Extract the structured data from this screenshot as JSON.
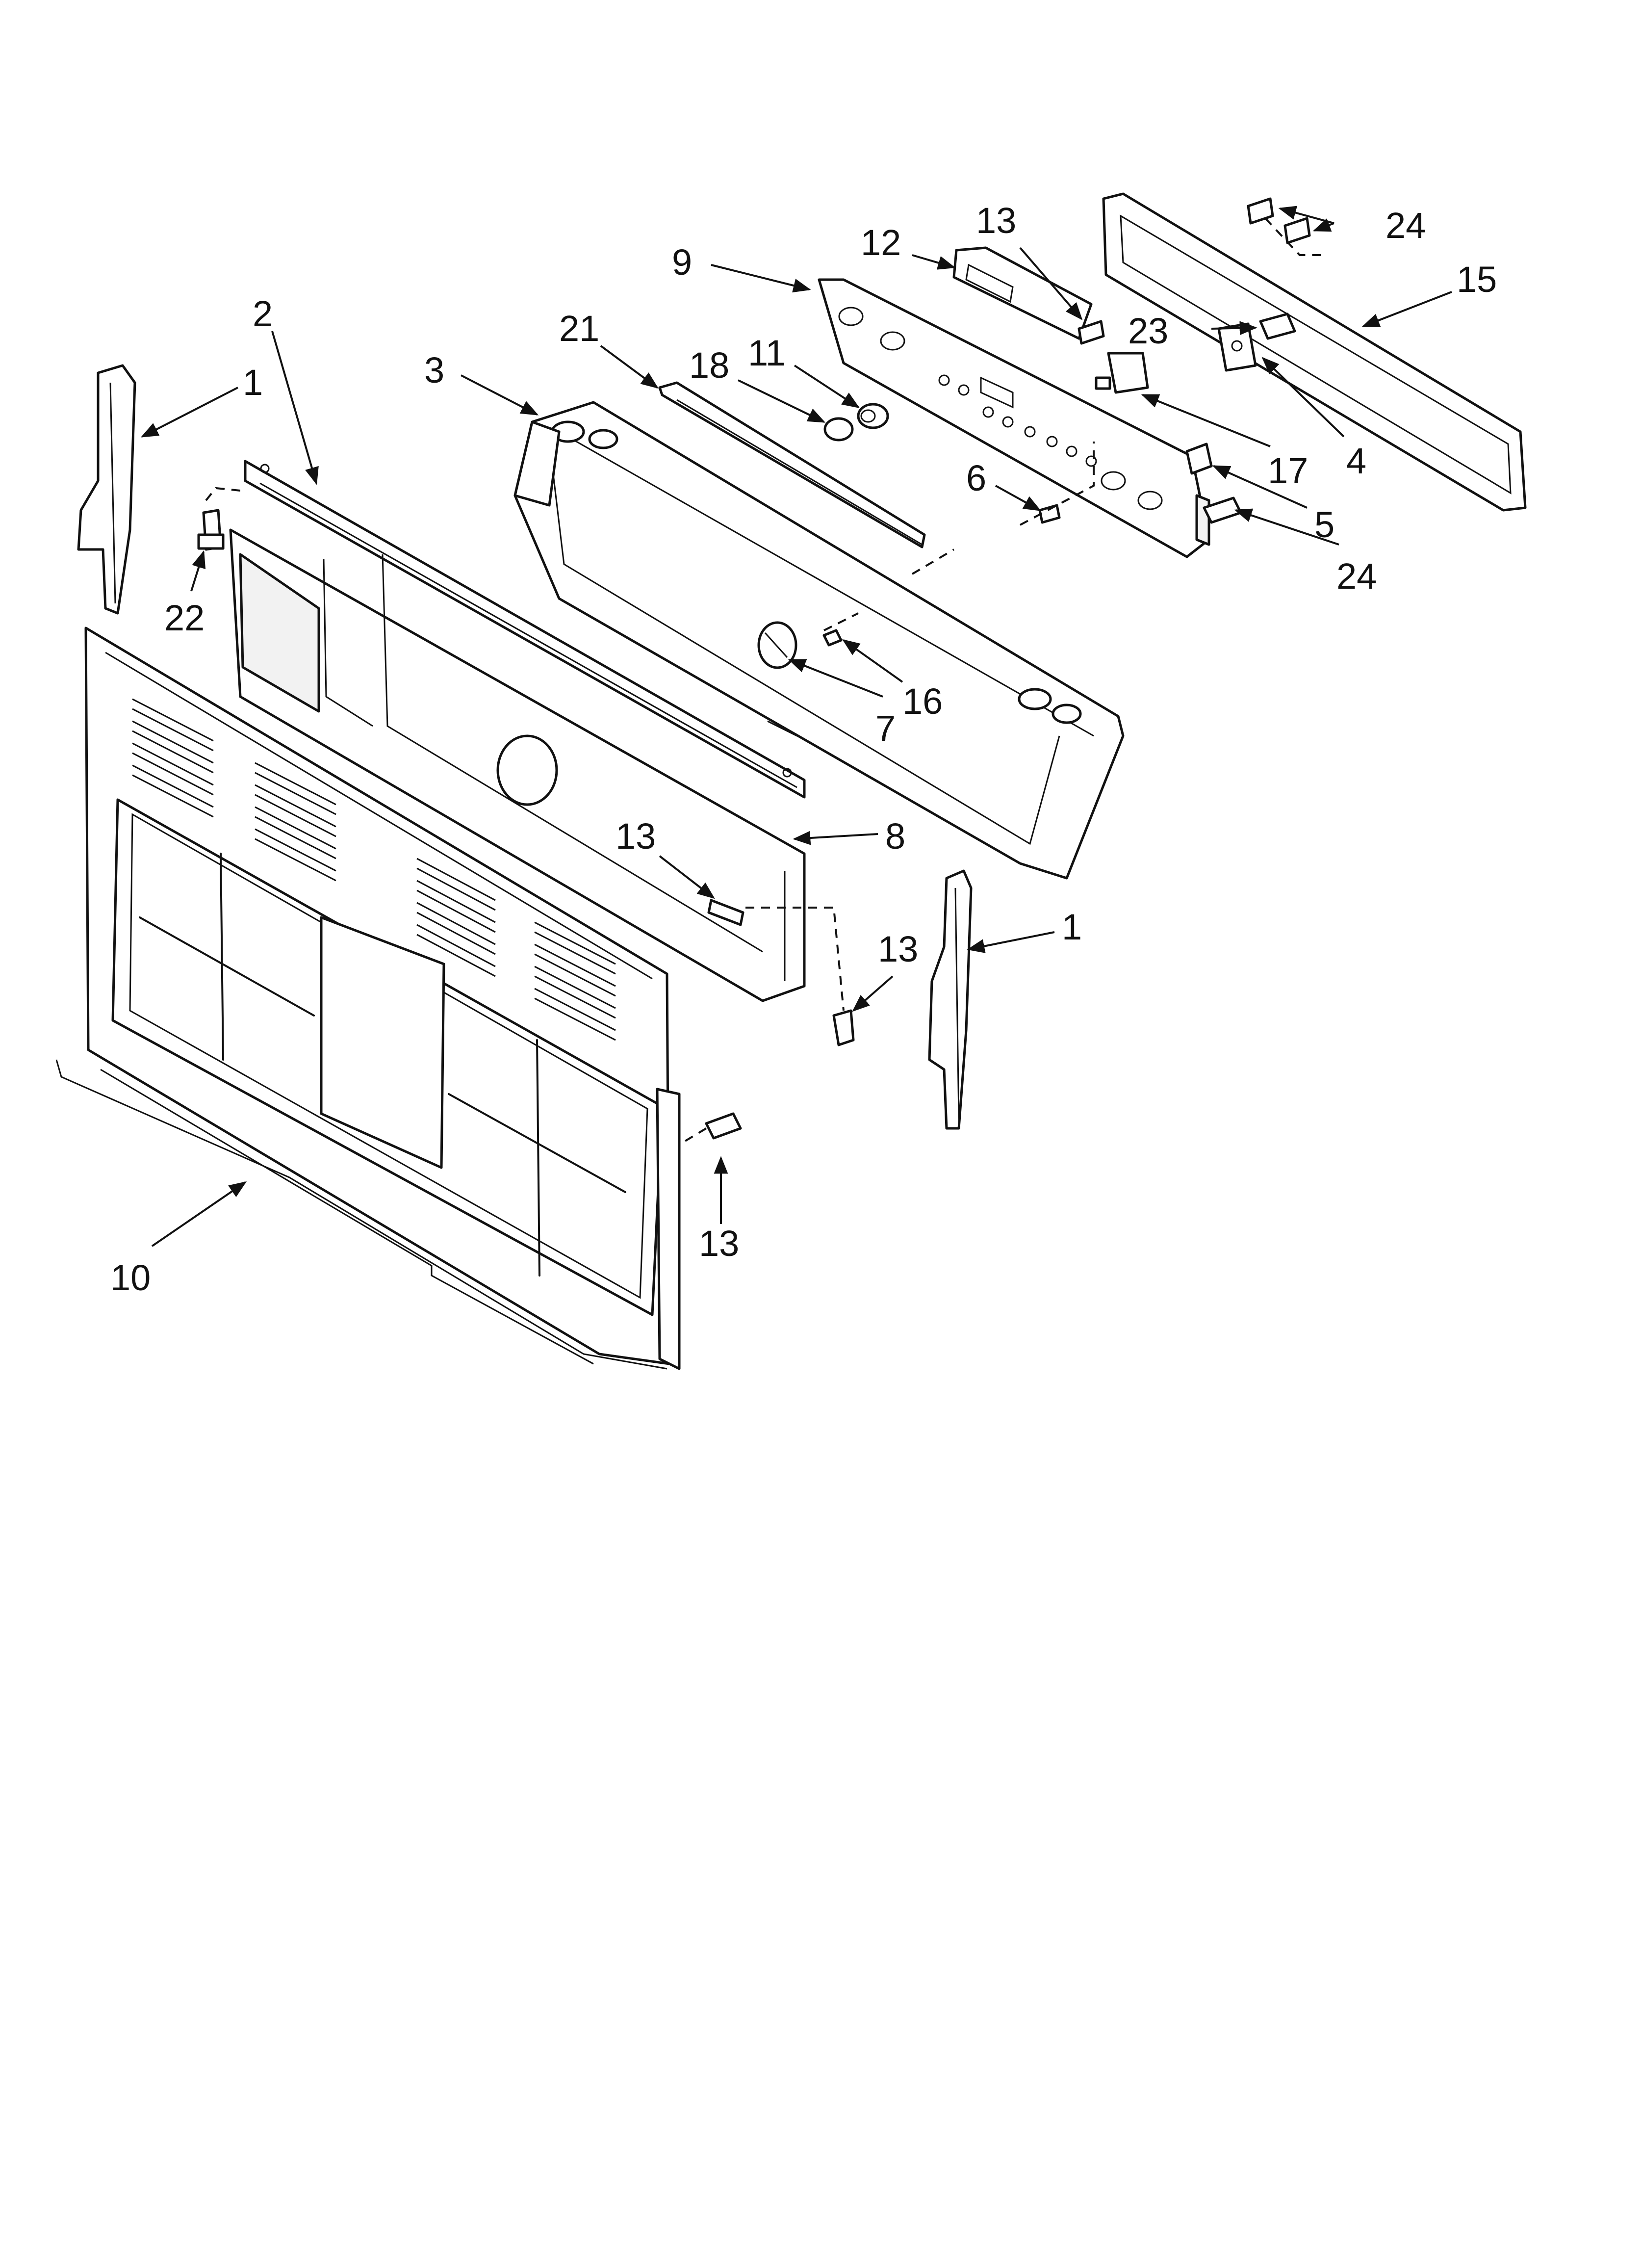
{
  "callouts": [
    {
      "id": "c1a",
      "text": "1"
    },
    {
      "id": "c1b",
      "text": "1"
    },
    {
      "id": "c2",
      "text": "2"
    },
    {
      "id": "c3",
      "text": "3"
    },
    {
      "id": "c4",
      "text": "4"
    },
    {
      "id": "c5",
      "text": "5"
    },
    {
      "id": "c6",
      "text": "6"
    },
    {
      "id": "c7",
      "text": "7"
    },
    {
      "id": "c8",
      "text": "8"
    },
    {
      "id": "c9",
      "text": "9"
    },
    {
      "id": "c10",
      "text": "10"
    },
    {
      "id": "c11",
      "text": "11"
    },
    {
      "id": "c12",
      "text": "12"
    },
    {
      "id": "c13a",
      "text": "13"
    },
    {
      "id": "c13b",
      "text": "13"
    },
    {
      "id": "c13c",
      "text": "13"
    },
    {
      "id": "c13d",
      "text": "13"
    },
    {
      "id": "c15",
      "text": "15"
    },
    {
      "id": "c16",
      "text": "16"
    },
    {
      "id": "c17",
      "text": "17"
    },
    {
      "id": "c18",
      "text": "18"
    },
    {
      "id": "c21",
      "text": "21"
    },
    {
      "id": "c22",
      "text": "22"
    },
    {
      "id": "c23",
      "text": "23"
    },
    {
      "id": "c24a",
      "text": "24"
    },
    {
      "id": "c24b",
      "text": "24"
    }
  ]
}
